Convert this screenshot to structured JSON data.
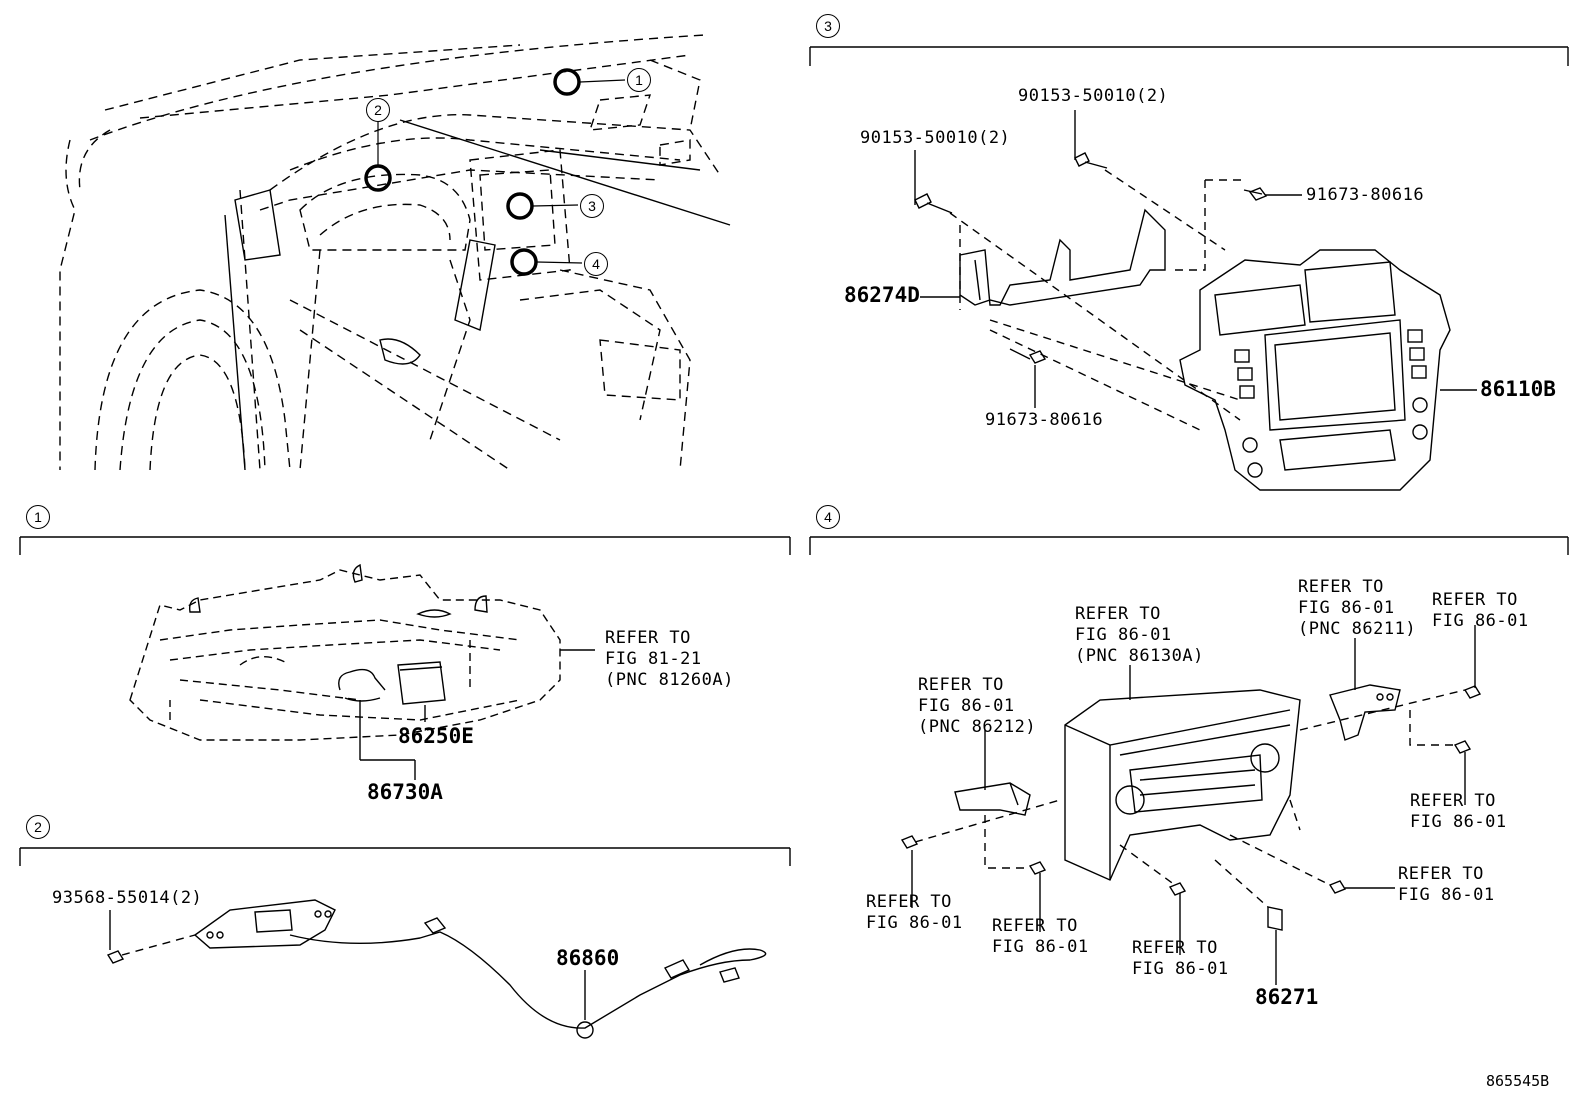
{
  "section_markers": {
    "s1": "1",
    "s2": "2",
    "s3": "3",
    "s4": "4"
  },
  "overview_callouts": [
    "1",
    "2",
    "3",
    "4"
  ],
  "section1": {
    "refer_lines": [
      "REFER TO",
      "FIG 81-21",
      "(PNC 81260A)"
    ],
    "part_a": "86250E",
    "part_b": "86730A"
  },
  "section2": {
    "bolt": "93568-55014(2)",
    "part": "86860"
  },
  "section3": {
    "bolt_a": "90153-50010(2)",
    "bolt_b": "90153-50010(2)",
    "screw_a": "91673-80616",
    "screw_b": "91673-80616",
    "bracket": "86274D",
    "panel": "86110B"
  },
  "section4": {
    "ref_main": [
      "REFER TO",
      "FIG 86-01",
      "(PNC 86130A)"
    ],
    "ref_right_bracket": [
      "REFER TO",
      "FIG 86-01",
      "(PNC 86211)"
    ],
    "ref_left_bracket": [
      "REFER TO",
      "FIG 86-01",
      "(PNC 86212)"
    ],
    "ref_top_right_screw": [
      "REFER TO",
      "FIG 86-01"
    ],
    "ref_right_screw": [
      "REFER TO",
      "FIG 86-01"
    ],
    "ref_lower_right_screw": [
      "REFER TO",
      "FIG 86-01"
    ],
    "ref_left_screw": [
      "REFER TO",
      "FIG 86-01"
    ],
    "ref_mid_screw": [
      "REFER TO",
      "FIG 86-01"
    ],
    "ref_center_screw": [
      "REFER TO",
      "FIG 86-01"
    ],
    "part": "86271"
  },
  "figure_id": "865545B"
}
